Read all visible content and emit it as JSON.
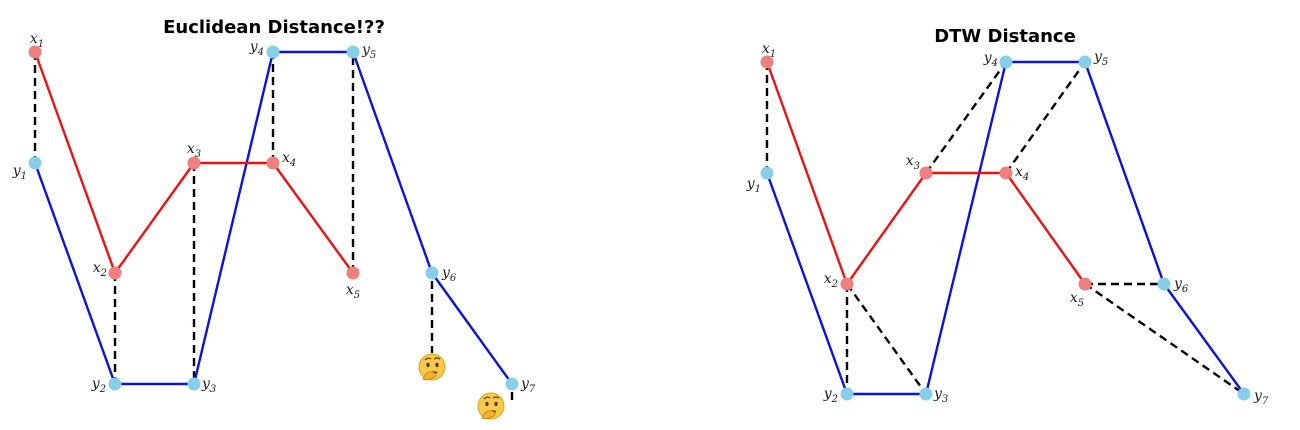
{
  "panels": [
    {
      "title": "Euclidean Distance!??",
      "colors": {
        "x_series": "#EE1111",
        "y_series": "#0A12DD",
        "x_point": "#F08080",
        "y_point": "#87CEEB",
        "connector": "#000000"
      },
      "x_points": [
        {
          "base": "x",
          "sub": "1"
        },
        {
          "base": "x",
          "sub": "2"
        },
        {
          "base": "x",
          "sub": "3"
        },
        {
          "base": "x",
          "sub": "4"
        },
        {
          "base": "x",
          "sub": "5"
        }
      ],
      "y_points": [
        {
          "base": "y",
          "sub": "1"
        },
        {
          "base": "y",
          "sub": "2"
        },
        {
          "base": "y",
          "sub": "3"
        },
        {
          "base": "y",
          "sub": "4"
        },
        {
          "base": "y",
          "sub": "5"
        },
        {
          "base": "y",
          "sub": "6"
        },
        {
          "base": "y",
          "sub": "7"
        }
      ],
      "matches": [
        [
          0,
          0
        ],
        [
          1,
          1
        ],
        [
          2,
          2
        ],
        [
          3,
          3
        ],
        [
          4,
          4
        ]
      ],
      "unmatched": [
        "thinking-face-icon",
        "thinking-face-icon"
      ]
    },
    {
      "title": "DTW Distance",
      "colors": {
        "x_series": "#EE1111",
        "y_series": "#0A12DD",
        "x_point": "#F08080",
        "y_point": "#87CEEB",
        "connector": "#000000"
      },
      "x_points": [
        {
          "base": "x",
          "sub": "1"
        },
        {
          "base": "x",
          "sub": "2"
        },
        {
          "base": "x",
          "sub": "3"
        },
        {
          "base": "x",
          "sub": "4"
        },
        {
          "base": "x",
          "sub": "5"
        }
      ],
      "y_points": [
        {
          "base": "y",
          "sub": "1"
        },
        {
          "base": "y",
          "sub": "2"
        },
        {
          "base": "y",
          "sub": "3"
        },
        {
          "base": "y",
          "sub": "4"
        },
        {
          "base": "y",
          "sub": "5"
        },
        {
          "base": "y",
          "sub": "6"
        },
        {
          "base": "y",
          "sub": "7"
        }
      ],
      "matches": [
        [
          0,
          0
        ],
        [
          1,
          1
        ],
        [
          1,
          2
        ],
        [
          2,
          3
        ],
        [
          3,
          4
        ],
        [
          4,
          5
        ],
        [
          4,
          6
        ]
      ],
      "unmatched": []
    }
  ]
}
